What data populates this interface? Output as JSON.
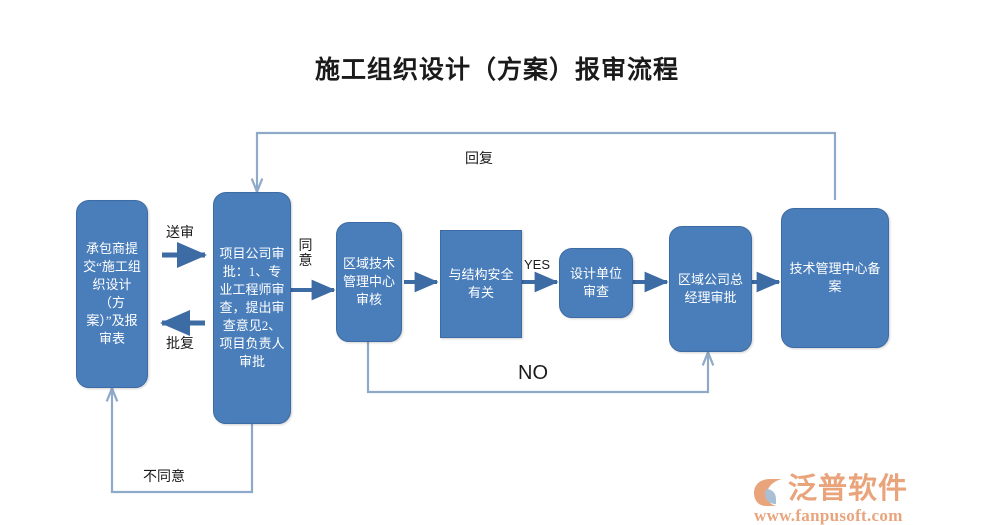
{
  "title": "施工组织设计（方案）报审流程",
  "colors": {
    "node_fill": "#4a7ebb",
    "node_stroke": "#3d6ba3",
    "arrow": "#3d6ba3",
    "loop_line": "#8faac8",
    "logo": "#e9a47c",
    "text_dark": "#1a1a1a"
  },
  "nodes": [
    {
      "id": "contractor",
      "label": "承包商提交“施工组织设计（方案）”及报审表",
      "shape": "rounded"
    },
    {
      "id": "project-co",
      "label": "项目公司审批：1、专业工程师审查，提出审查意见2、项目负责人审批",
      "shape": "rounded"
    },
    {
      "id": "region-tech",
      "label": "区域技术管理中心审核",
      "shape": "rounded"
    },
    {
      "id": "structure",
      "label": "与结构安全有关",
      "shape": "sharp"
    },
    {
      "id": "design-unit",
      "label": "设计单位审查",
      "shape": "rounded"
    },
    {
      "id": "region-gm",
      "label": "区域公司总经理审批",
      "shape": "rounded"
    },
    {
      "id": "tech-record",
      "label": "技术管理中心备案",
      "shape": "rounded"
    }
  ],
  "edge_labels": {
    "submit": "送审",
    "reply_back": "批复",
    "agree": "同意",
    "reply_top": "回复",
    "yes": "YES",
    "no": "NO",
    "disagree": "不同意"
  },
  "logo": {
    "name": "泛普软件",
    "url": "www.fanpusoft.com"
  }
}
